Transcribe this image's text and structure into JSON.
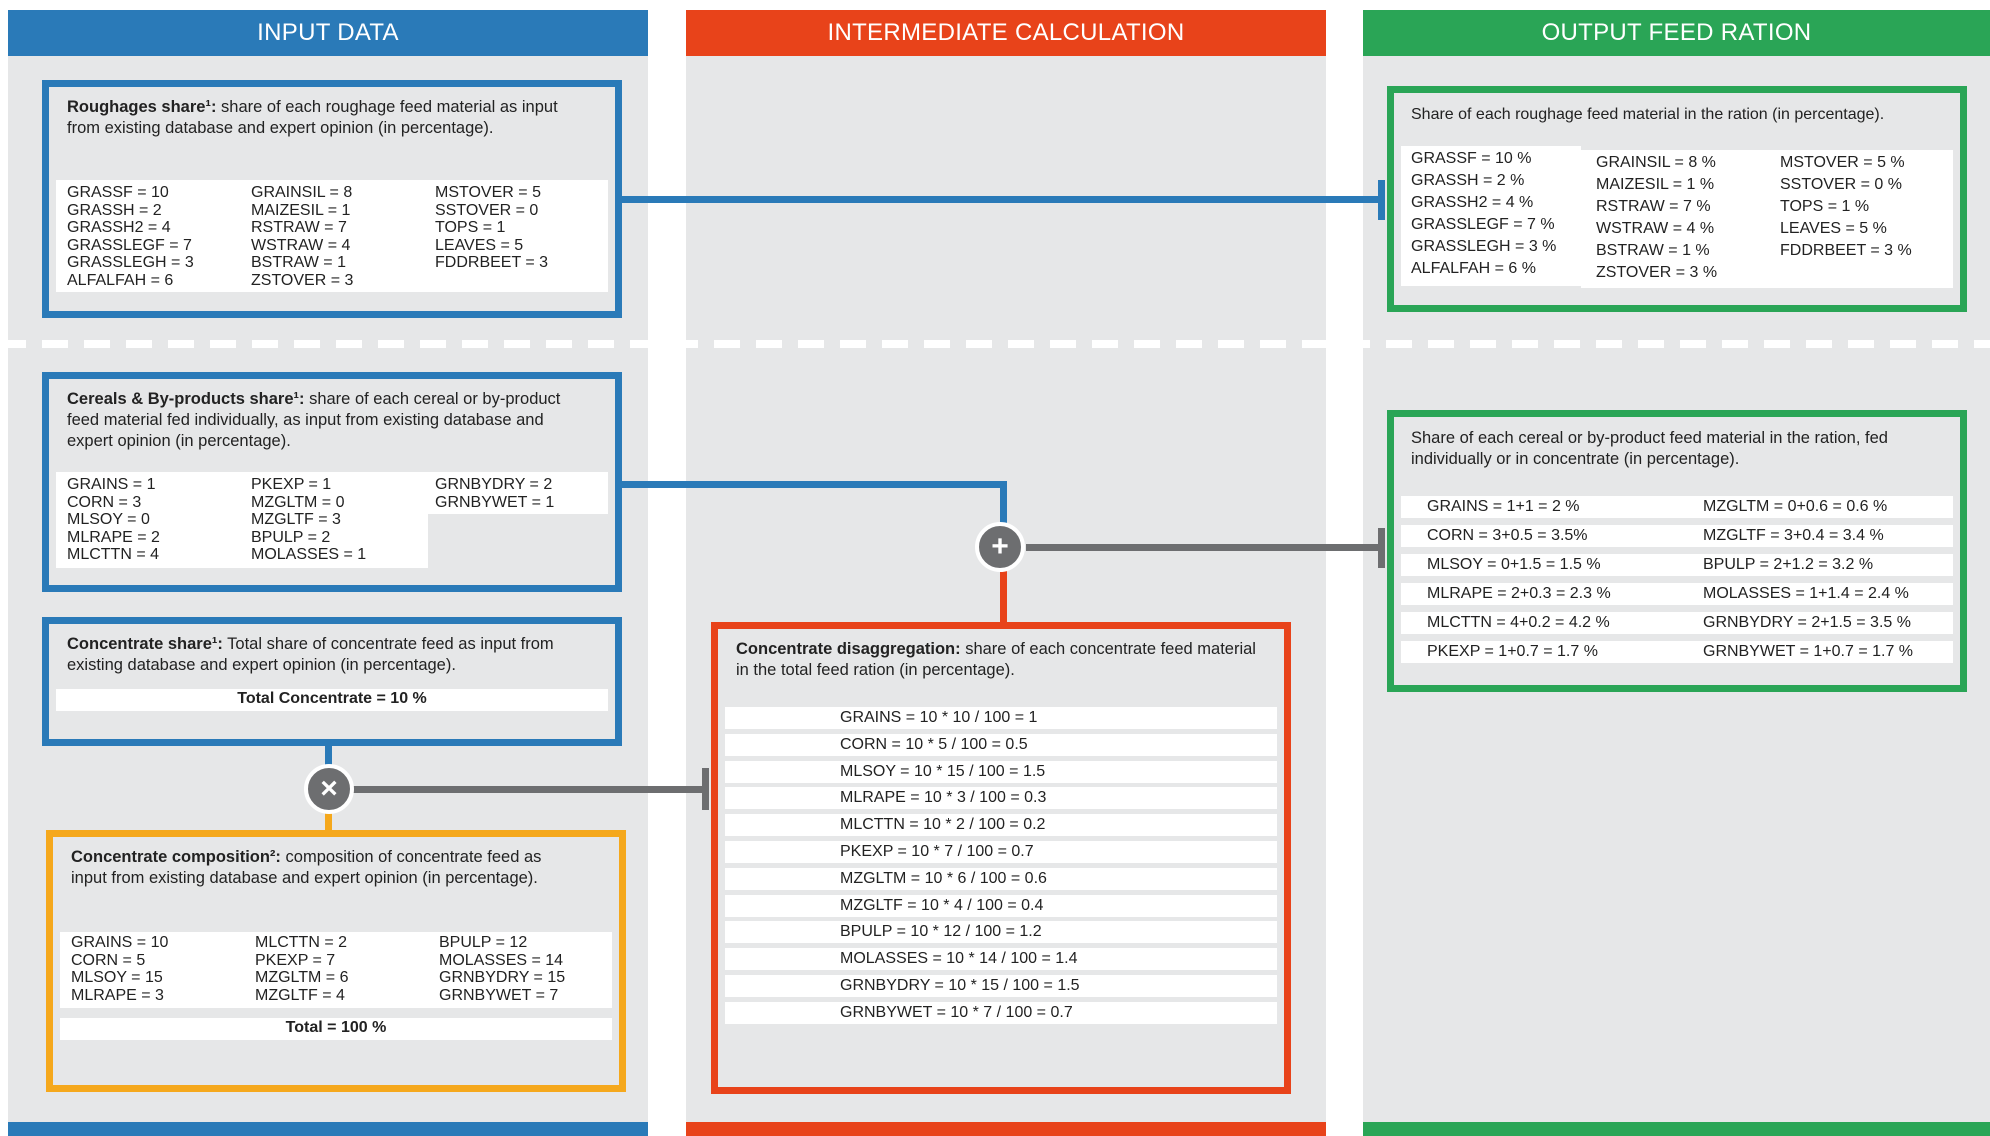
{
  "colors": {
    "input": "#2a7ab8",
    "intermediate": "#e8431a",
    "output": "#2aa556",
    "gray": "#6d6e70",
    "yellow": "#f5a81c",
    "bg": "#e6e7e8"
  },
  "headers": {
    "input": "INPUT DATA",
    "intermediate": "INTERMEDIATE CALCULATION",
    "output": "OUTPUT FEED RATION"
  },
  "roughage": {
    "title": "Roughages share¹:",
    "text": " share of each roughage feed material as input from existing database and expert opinion (in percentage).",
    "col1": [
      "GRASSF = 10",
      "GRASSH = 2",
      "GRASSH2 = 4",
      "GRASSLEGF = 7",
      "GRASSLEGH = 3",
      "ALFALFAH = 6"
    ],
    "col2": [
      "GRAINSIL = 8",
      "MAIZESIL = 1",
      "RSTRAW = 7",
      "WSTRAW = 4",
      "BSTRAW = 1",
      "ZSTOVER = 3"
    ],
    "col3": [
      "MSTOVER = 5",
      "SSTOVER = 0",
      "TOPS = 1",
      "LEAVES = 5",
      "FDDRBEET = 3"
    ]
  },
  "cereals": {
    "title": "Cereals & By-products share¹:",
    "text": " share of each cereal or by-product feed material fed individually, as input from existing database and expert opinion (in percentage).",
    "col1": [
      "GRAINS = 1",
      "CORN = 3",
      "MLSOY = 0",
      "MLRAPE = 2",
      "MLCTTN = 4"
    ],
    "col2": [
      "PKEXP = 1",
      "MZGLTM = 0",
      "MZGLTF = 3",
      "BPULP = 2",
      "MOLASSES = 1"
    ],
    "col3": [
      "GRNBYDRY = 2",
      "GRNBYWET = 1"
    ]
  },
  "concentrate_share": {
    "title": "Concentrate share¹:",
    "text": " Total share of concentrate feed as input from existing database and expert opinion (in percentage).",
    "total": "Total Concentrate = 10 %"
  },
  "composition": {
    "title": "Concentrate composition²:",
    "text": " composition of concentrate feed as input from existing database and expert opinion (in percentage).",
    "col1": [
      "GRAINS = 10",
      "CORN = 5",
      "MLSOY = 15",
      "MLRAPE = 3"
    ],
    "col2": [
      "MLCTTN = 2",
      "PKEXP = 7",
      "MZGLTM = 6",
      "MZGLTF = 4"
    ],
    "col3": [
      "BPULP = 12",
      "MOLASSES = 14",
      "GRNBYDRY = 15",
      "GRNBYWET = 7"
    ],
    "total": "Total = 100 %"
  },
  "disaggregation": {
    "title": "Concentrate disaggregation:",
    "text": " share of each concentrate feed material in the total feed ration (in percentage).",
    "rows": [
      "GRAINS = 10  * 10  / 100 = 1",
      "CORN = 10  * 5  / 100 = 0.5",
      "MLSOY = 10  * 15  / 100 = 1.5",
      "MLRAPE = 10  * 3  / 100 = 0.3",
      "MLCTTN = 10  * 2  / 100 = 0.2",
      "PKEXP = 10  * 7  / 100 = 0.7",
      "MZGLTM = 10  * 6  / 100 = 0.6",
      "MZGLTF = 10  * 4  / 100 = 0.4",
      "BPULP = 10  * 12  / 100 = 1.2",
      "MOLASSES = 10  * 14  / 100 = 1.4",
      "GRNBYDRY = 10  * 15  / 100 = 1.5",
      "GRNBYWET = 10  * 7  / 100 = 0.7"
    ]
  },
  "out_roughage": {
    "text": "Share of each roughage feed material in the ration (in percentage).",
    "col1": [
      "GRASSF = 10 %",
      "GRASSH = 2 %",
      "GRASSH2 = 4 %",
      "GRASSLEGF = 7 %",
      "GRASSLEGH = 3 %",
      "ALFALFAH = 6 %"
    ],
    "col2": [
      "GRAINSIL = 8 %",
      "MAIZESIL = 1 %",
      "RSTRAW = 7 %",
      "WSTRAW = 4 %",
      "BSTRAW = 1 %",
      "ZSTOVER = 3 %"
    ],
    "col3": [
      "MSTOVER = 5 %",
      "SSTOVER = 0 %",
      "TOPS = 1 %",
      "LEAVES = 5 %",
      "FDDRBEET = 3 %"
    ]
  },
  "out_cereals": {
    "text": "Share of each cereal or by-product feed material in the ration, fed individually or in concentrate (in percentage).",
    "col1": [
      "GRAINS = 1+1 = 2 %",
      "CORN = 3+0.5 = 3.5%",
      "MLSOY = 0+1.5 = 1.5 %",
      "MLRAPE = 2+0.3 = 2.3 %",
      "MLCTTN = 4+0.2 = 4.2 %",
      "PKEXP = 1+0.7 = 1.7 %"
    ],
    "col2": [
      "MZGLTM = 0+0.6 = 0.6 %",
      "MZGLTF = 3+0.4 = 3.4 %",
      "BPULP = 2+1.2 = 3.2 %",
      "MOLASSES = 1+1.4 = 2.4 %",
      "GRNBYDRY = 2+1.5 = 3.5 %",
      "GRNBYWET = 1+0.7 = 1.7 %"
    ]
  },
  "operators": {
    "plus": "+",
    "times": "×"
  }
}
